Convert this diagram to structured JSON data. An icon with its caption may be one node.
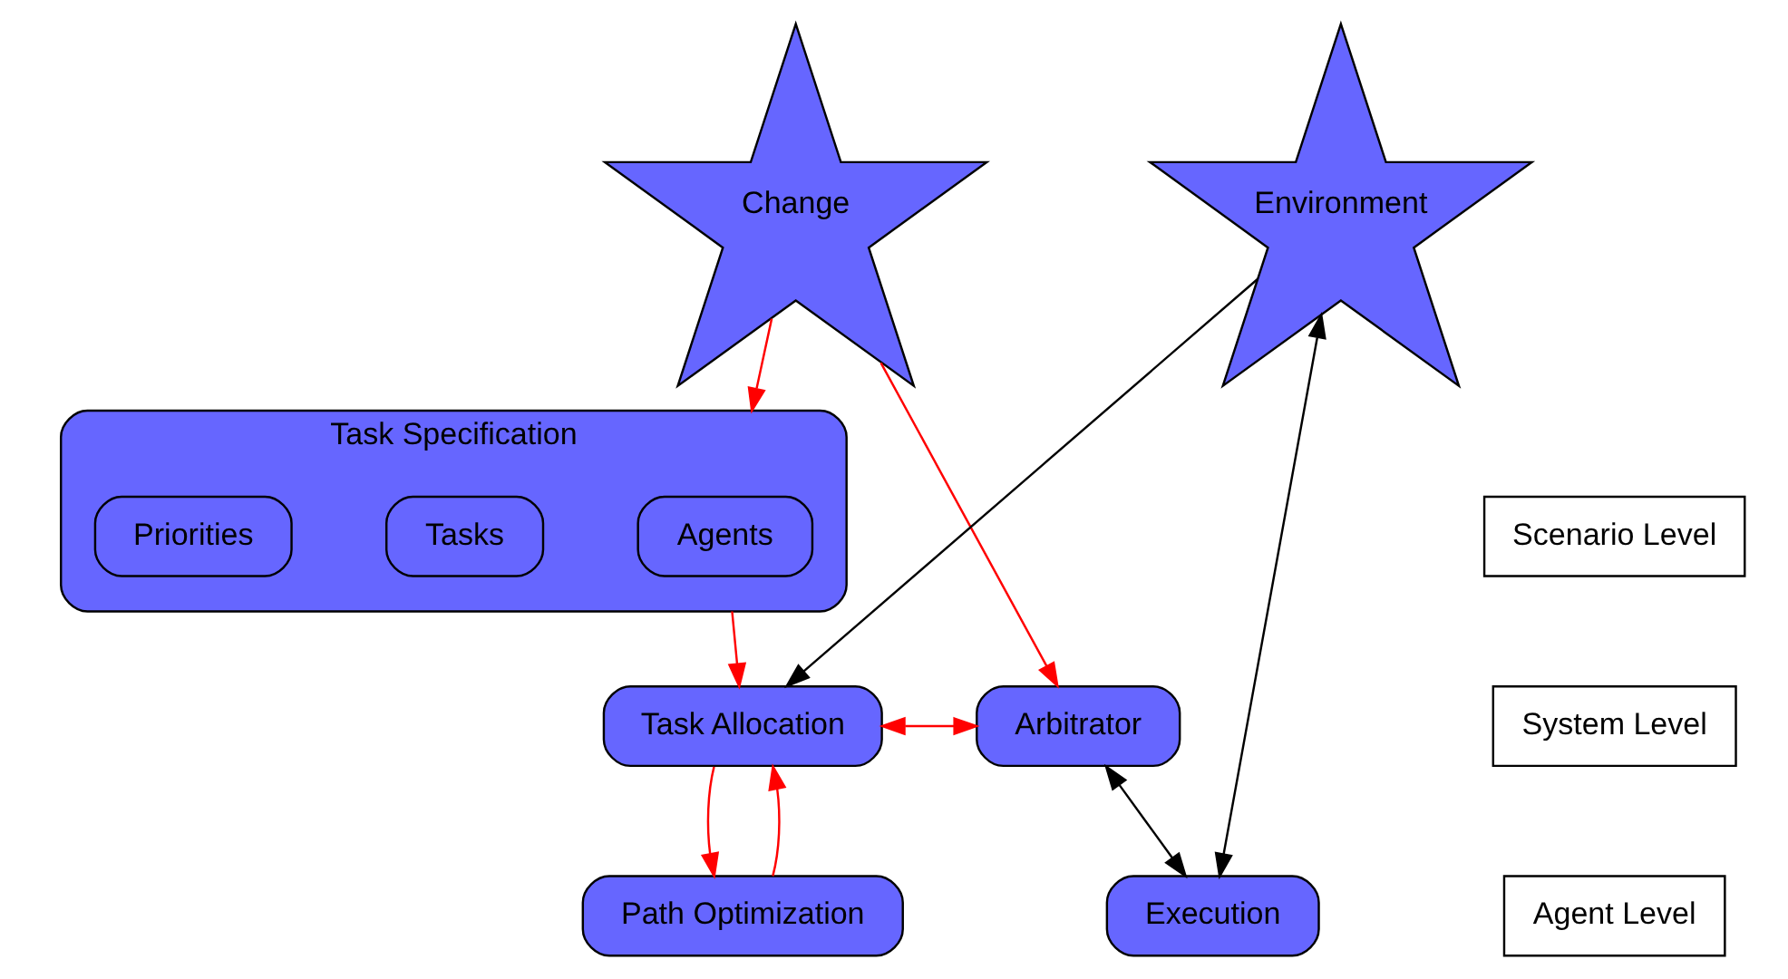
{
  "diagram": {
    "nodes": [
      {
        "text": [
          "Task Specification"
        ]
      },
      {
        "text": [
          "Agents"
        ],
        "in": 0
      },
      {
        "text": [
          "Tasks"
        ],
        "in": 0
      },
      {
        "text": [
          "Priorities"
        ],
        "in": 0
      },
      {
        "text": [
          "Change"
        ]
      },
      {
        "text": [
          "Environment"
        ]
      },
      {
        "text": [
          "Task Allocation"
        ]
      },
      {
        "text": [
          "Arbitrator"
        ]
      },
      {
        "text": [
          "Scenario Level"
        ]
      },
      {
        "text": [
          "System Level"
        ]
      },
      {
        "text": [
          "Path Optimization"
        ]
      },
      {
        "text": [
          "Execution"
        ]
      },
      {
        "text": [
          "Agent Level"
        ]
      }
    ],
    "edges": [
      {
        "from": 4,
        "to": 0,
        "arrow": "to"
      },
      {
        "from": 0,
        "to": 6,
        "arrow": "to"
      },
      {
        "from": 4,
        "to": 7,
        "arrow": "to"
      },
      {
        "from": 5,
        "to": 6,
        "arrow": "to",
        "color": "#000000"
      },
      {
        "from": 6,
        "to": 7,
        "arrow": "both"
      },
      {
        "from": 6,
        "to": 10,
        "arrow": "to"
      },
      {
        "from": 10,
        "to": 6,
        "arrow": "to"
      },
      {
        "from": 7,
        "to": 11,
        "arrow": "both",
        "color": "#000000"
      },
      {
        "from": 5,
        "to": 11,
        "arrow": "both",
        "color": "#000000"
      }
    ]
  }
}
